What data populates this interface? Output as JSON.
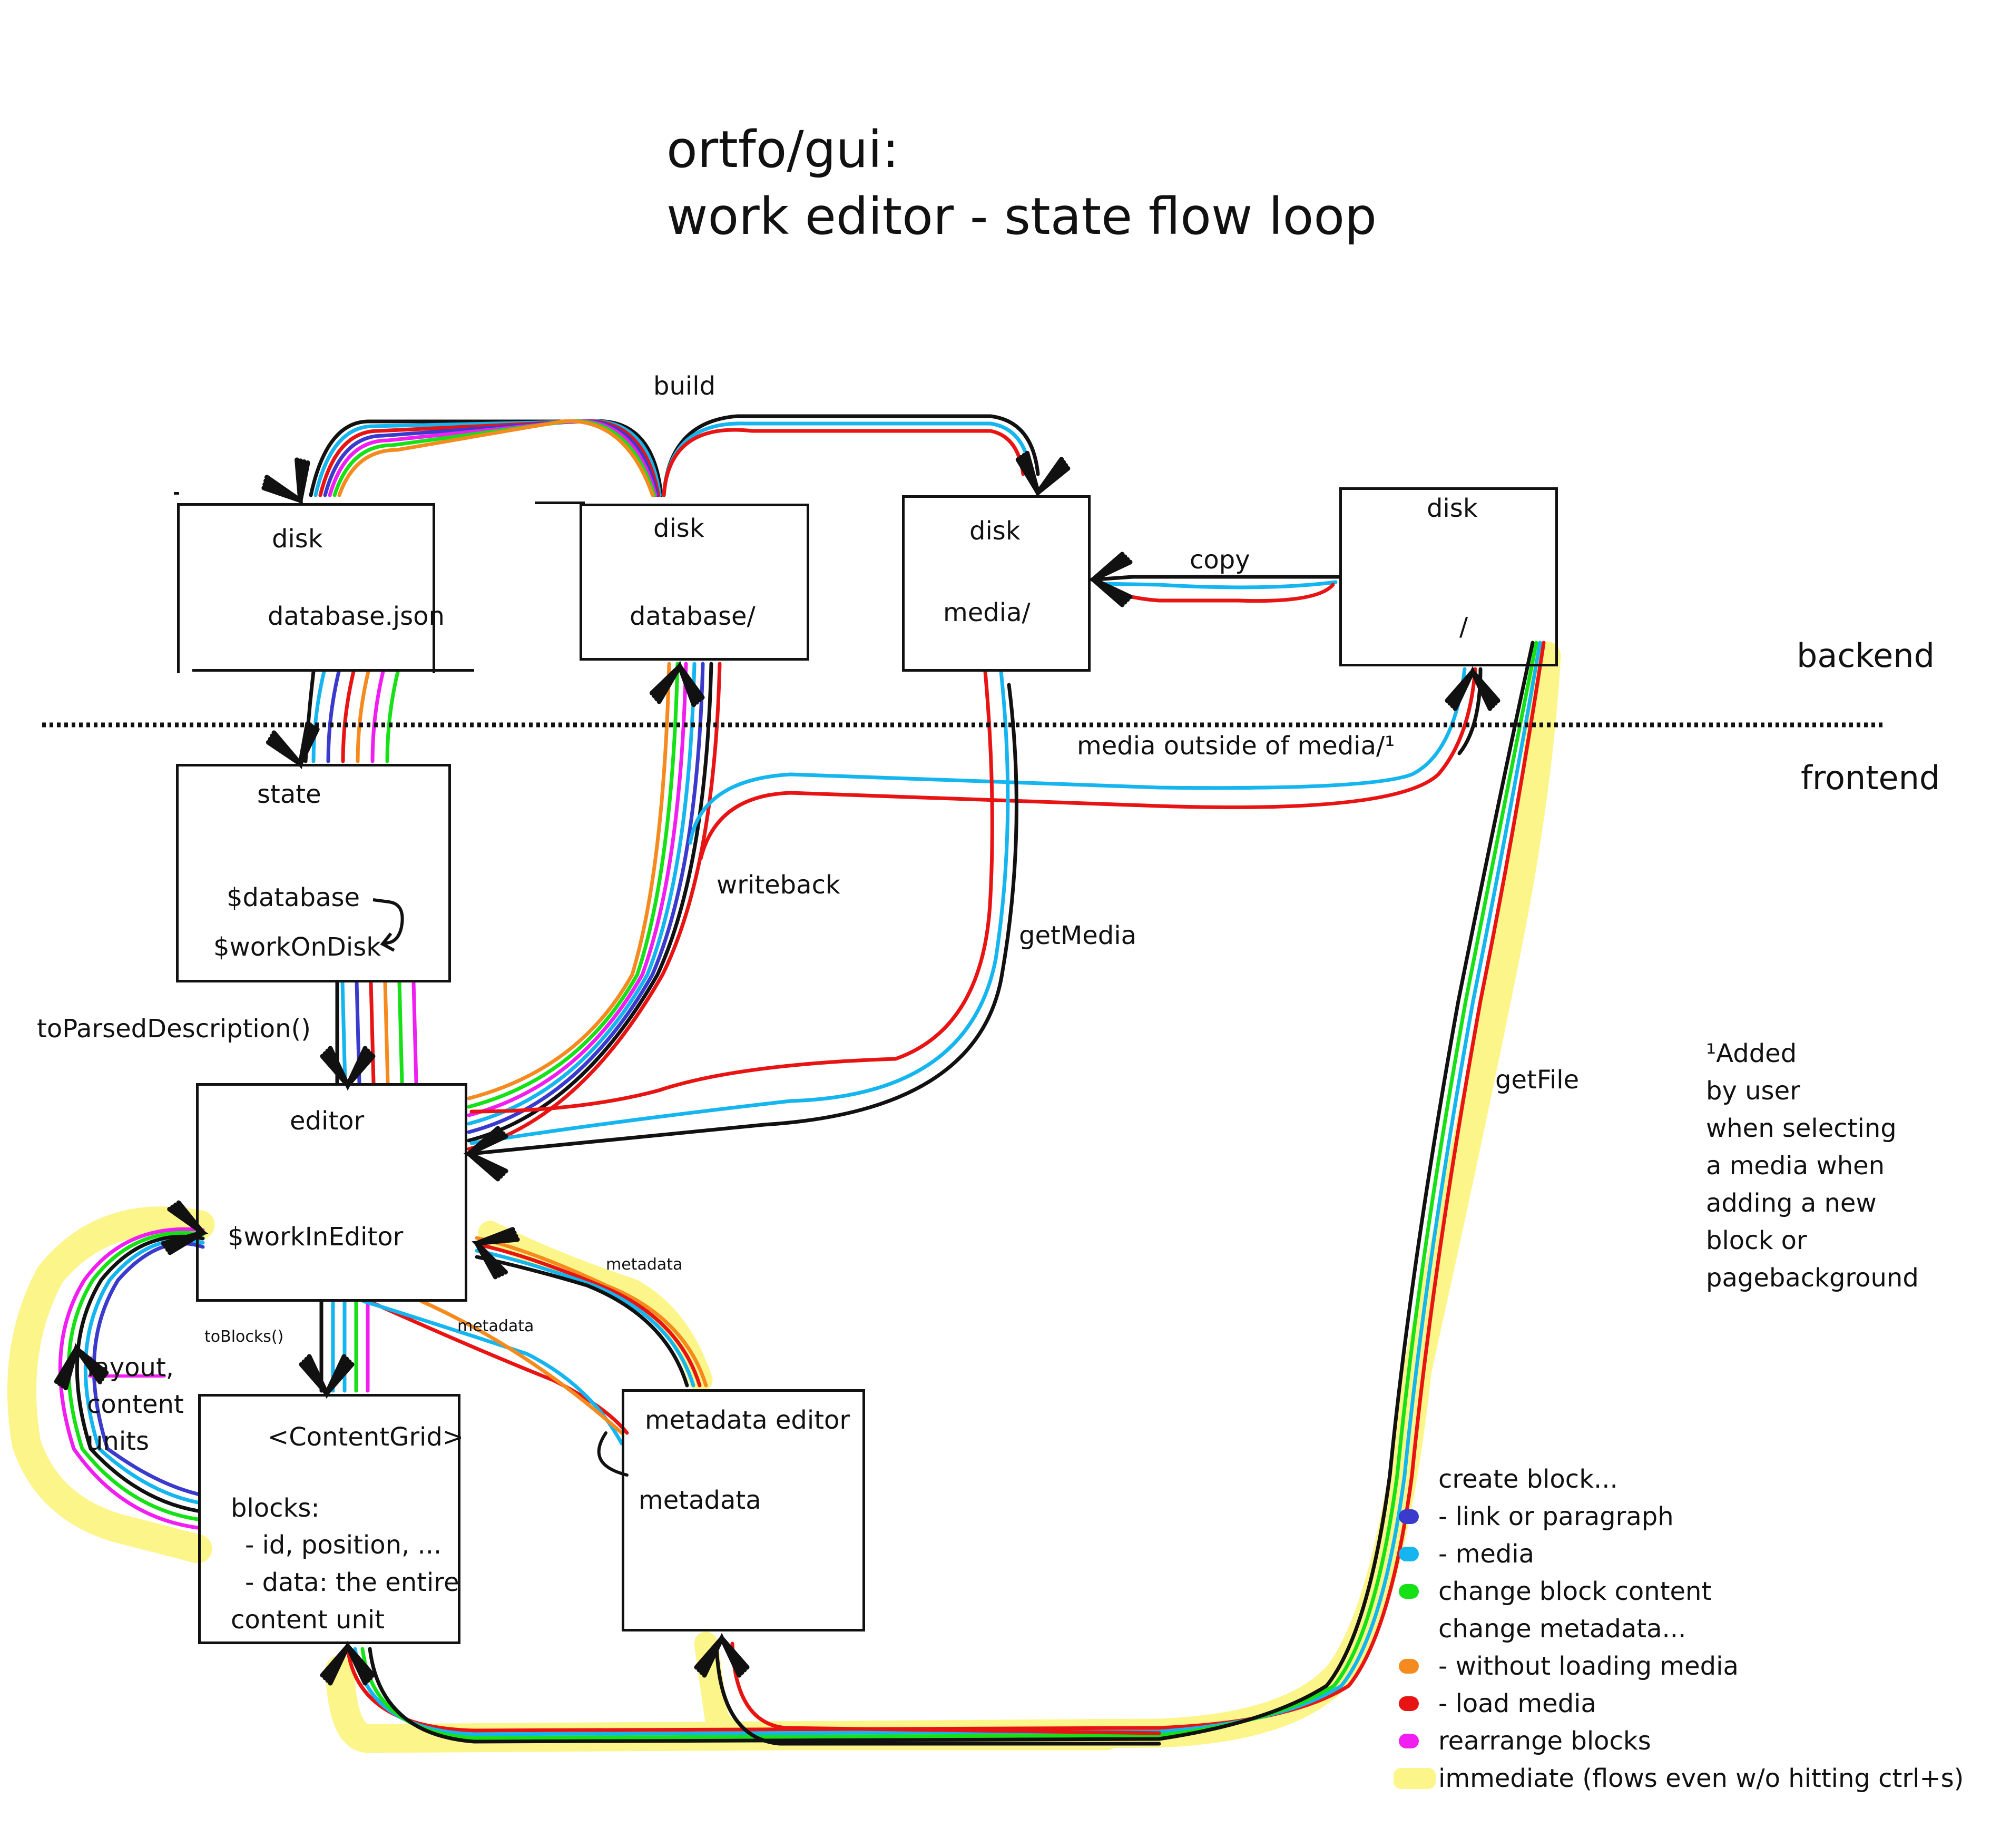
{
  "title": {
    "line1": "ortfo/gui:",
    "line2": "work editor - state flow loop"
  },
  "regions": {
    "backend": "backend",
    "frontend": "frontend"
  },
  "nodes": {
    "disk_db_json": {
      "title": "disk",
      "content": "database.json"
    },
    "disk_database": {
      "title": "disk",
      "content": "database/"
    },
    "disk_media": {
      "title": "disk",
      "content": "media/"
    },
    "disk_root": {
      "title": "disk",
      "content": "/"
    },
    "state": {
      "title": "state",
      "line1": "$database",
      "line2": "$workOnDisk"
    },
    "editor": {
      "title": "editor",
      "content": "$workInEditor"
    },
    "content_grid": {
      "title": "<ContentGrid>",
      "line1": "blocks:",
      "line2": "- id, position, ...",
      "line3": "- data: the entire",
      "line4": "content unit"
    },
    "metadata_editor": {
      "title": "metadata editor",
      "content": "metadata"
    }
  },
  "edges": {
    "build": "build",
    "copy": "copy",
    "media_outside": "media outside of media/¹",
    "writeback": "writeback",
    "getMedia": "getMedia",
    "getFile": "getFile",
    "toParsedDescription": "toParsedDescription()",
    "toBlocks": "toBlocks()",
    "metadata_a": "metadata",
    "metadata_b": "metadata",
    "layout_units": [
      "layout,",
      "content",
      "units"
    ]
  },
  "footnote": [
    "¹Added",
    "by user",
    "when selecting",
    "a media when",
    "adding a new",
    "block or",
    "pagebackground"
  ],
  "legend": {
    "items": [
      {
        "label": "create block...",
        "color": ""
      },
      {
        "label": "- link or paragraph",
        "color": "#3a3acc"
      },
      {
        "label": "- media",
        "color": "#15b5ef"
      },
      {
        "label": "change block content",
        "color": "#16e016"
      },
      {
        "label": "change metadata...",
        "color": ""
      },
      {
        "label": "- without loading media",
        "color": "#f58a1e"
      },
      {
        "label": "- load media",
        "color": "#e81414"
      },
      {
        "label": "rearrange blocks",
        "color": "#f01ef0"
      },
      {
        "label": "immediate  (flows even w/o hitting ctrl+s)",
        "color": "#fbf58a"
      }
    ]
  },
  "colors": {
    "link_or_paragraph": "#3a3acc",
    "media": "#15b5ef",
    "change_block_content": "#16e016",
    "without_loading_media": "#f58a1e",
    "load_media": "#e81414",
    "rearrange_blocks": "#f01ef0",
    "immediate": "#fbf58a",
    "outline": "#111111"
  }
}
